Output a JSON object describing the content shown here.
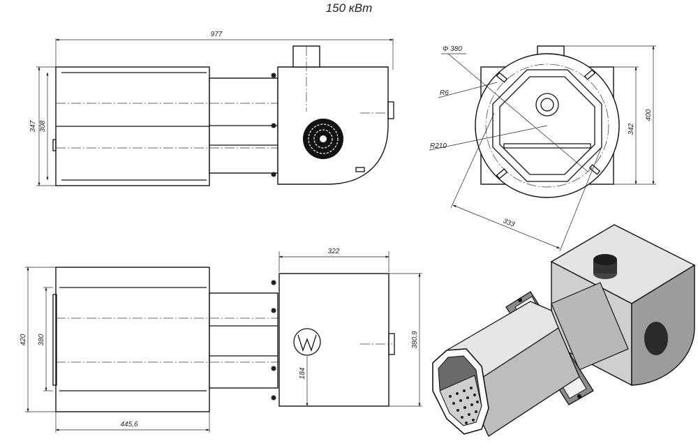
{
  "title": "150 кВт",
  "dimensions": {
    "overall_length": "977",
    "front_outer_height": "347",
    "front_inner_height": "308",
    "flange_diameter": "Φ 380",
    "fillet_radius": "R6",
    "bolt_radius": "R210",
    "flange_height": "400",
    "flange_inner": "342",
    "diagonal": "333",
    "fan_box_width": "322",
    "plan_outer_height": "420",
    "plan_inner_height": "380",
    "fan_box_height": "380,9",
    "axis_offset": "184",
    "tube_length": "445,6"
  },
  "colors": {
    "line": "#111111",
    "render_light": "#dcdcdc",
    "render_mid": "#a9a9a9",
    "render_dark": "#555555"
  }
}
